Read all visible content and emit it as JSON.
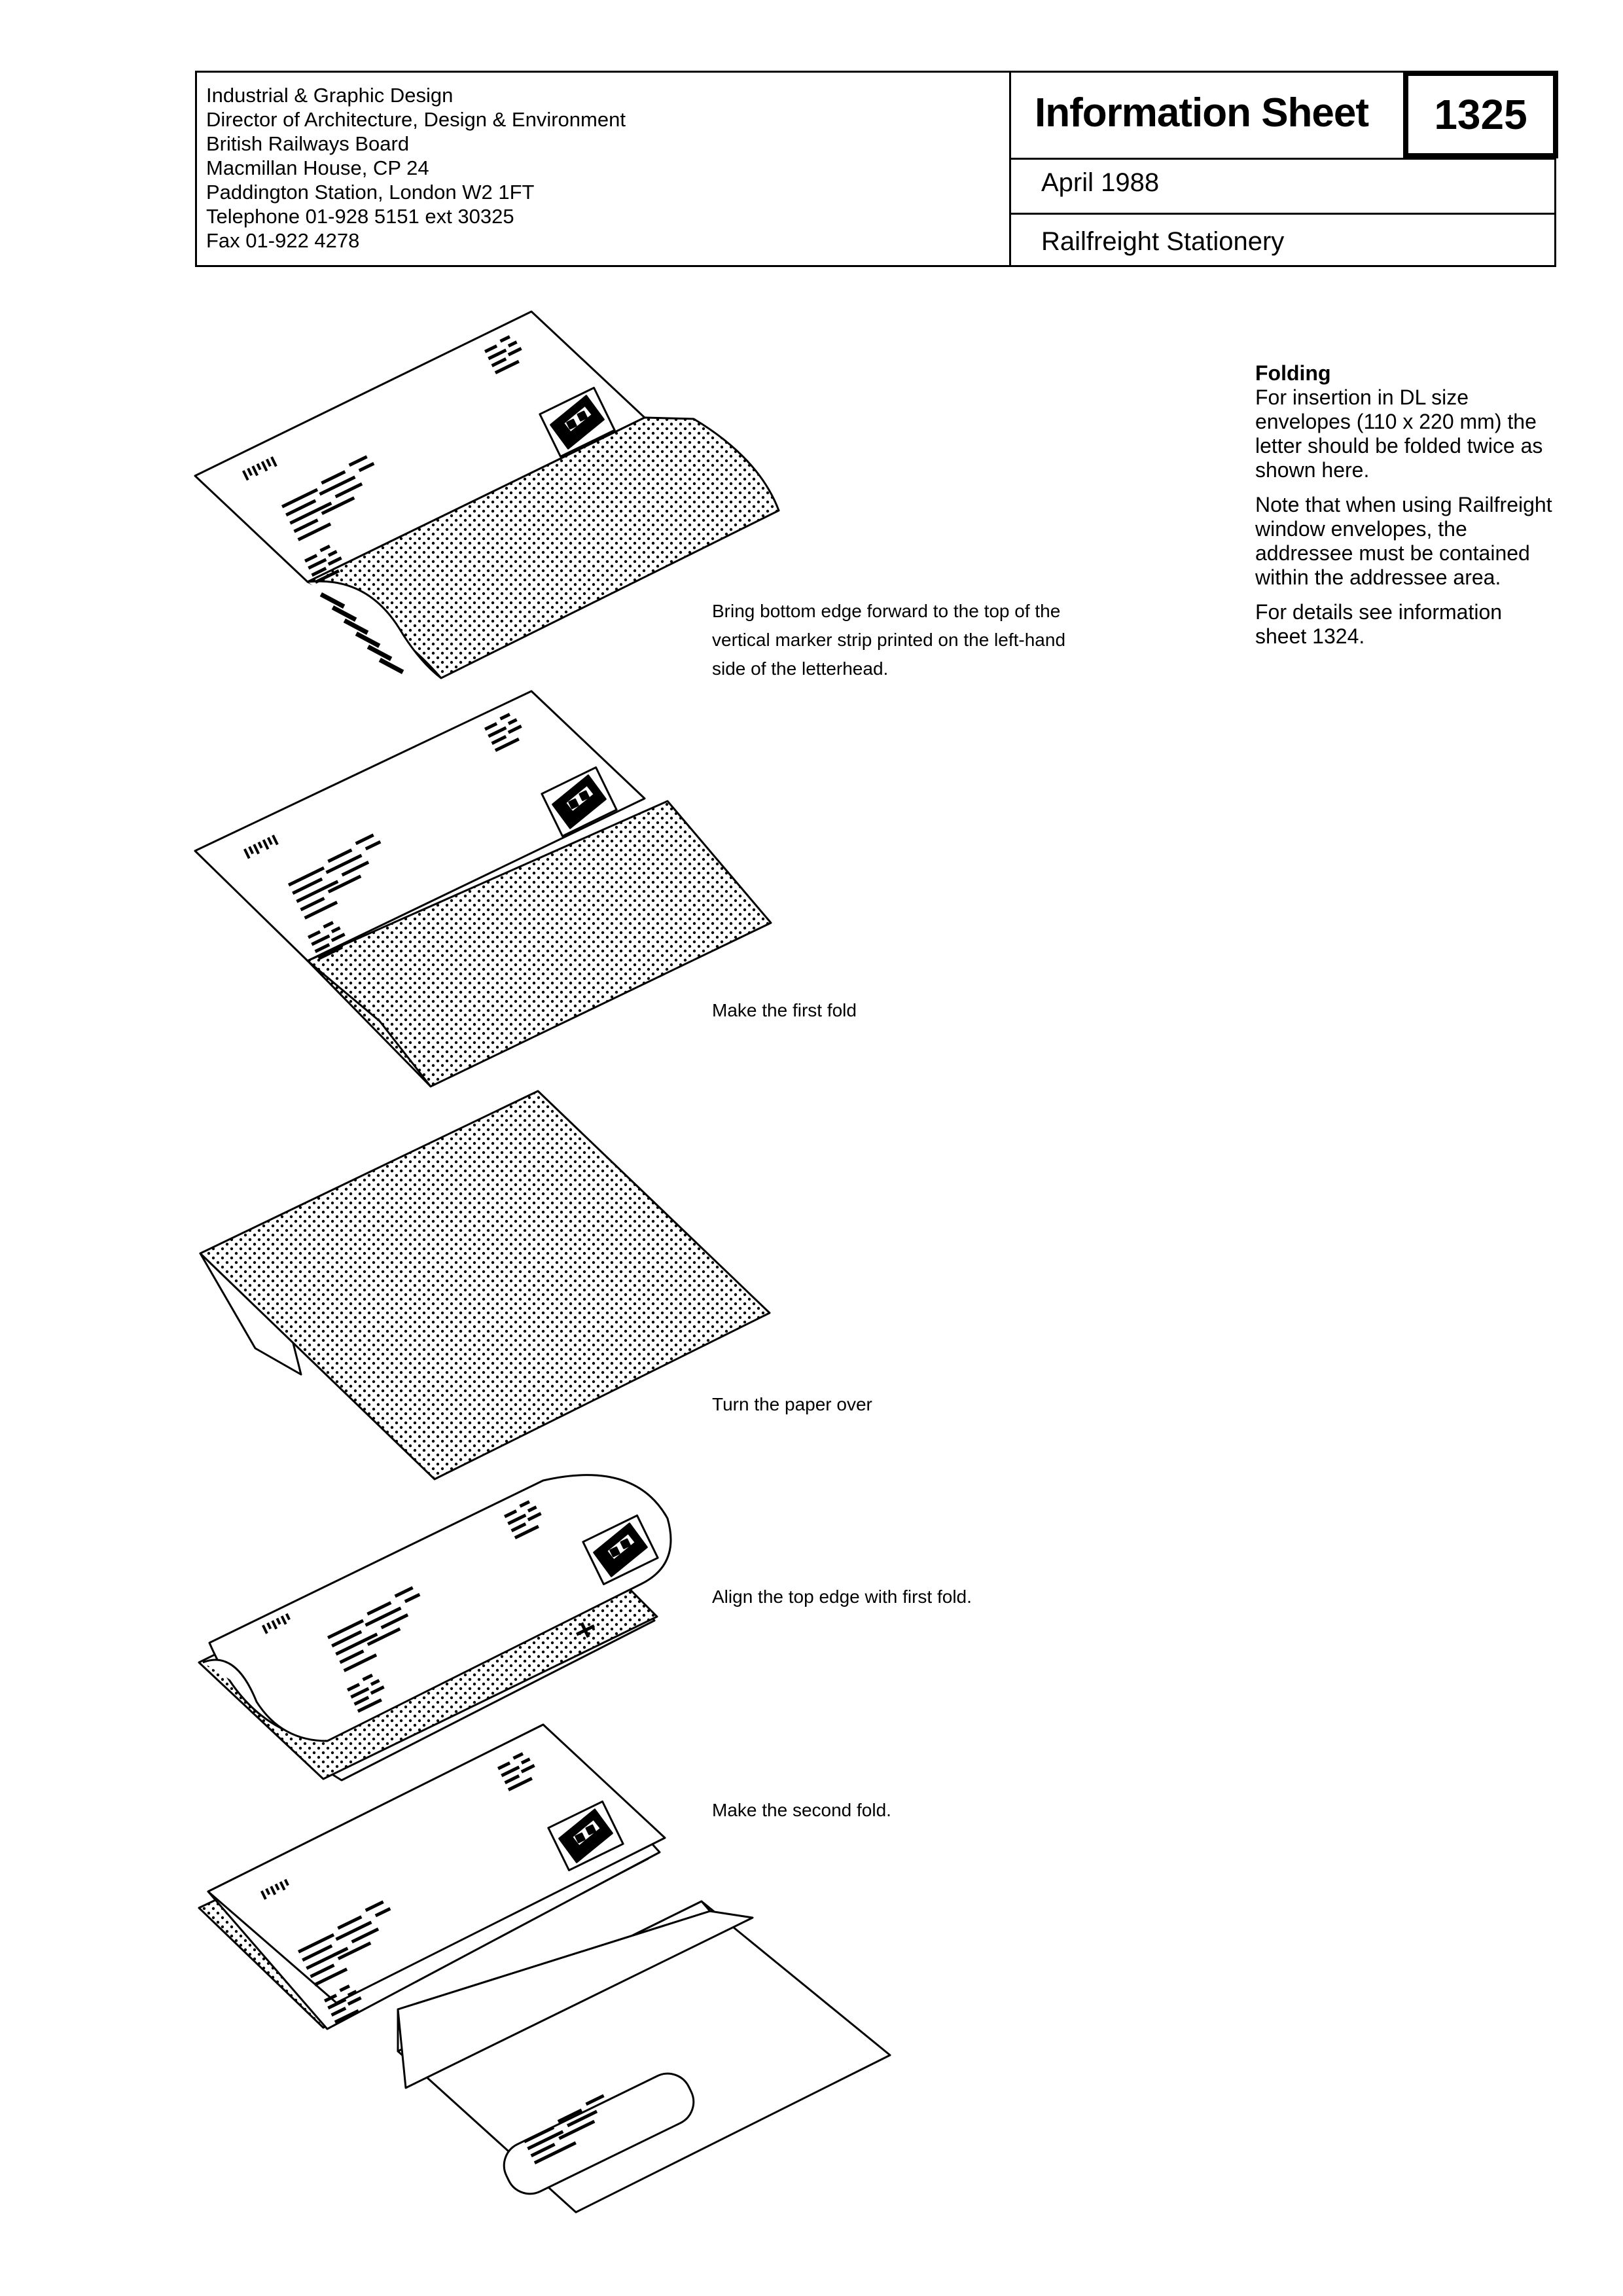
{
  "header": {
    "address_lines": [
      "Industrial & Graphic Design",
      "Director of Architecture, Design & Environment",
      "British Railways Board",
      "Macmillan House, CP 24",
      "Paddington Station, London W2 1FT",
      "Telephone 01-928 5151 ext 30325",
      "Fax 01-922 4278"
    ],
    "title": "Information Sheet",
    "number": "1325",
    "date": "April 1988",
    "subject": "Railfreight Stationery"
  },
  "side_note": {
    "heading": "Folding",
    "paragraphs": [
      "For insertion in DL size envelopes (110 x 220 mm) the letter should be folded twice as shown here.",
      "Note that when using Railfreight window envelopes, the addressee must be contained within the addressee area.",
      "For details see information sheet 1324."
    ]
  },
  "steps": [
    {
      "caption": "Bring bottom edge forward to the top of the vertical marker strip printed on the left-hand side of the letterhead."
    },
    {
      "caption": "Make the first fold"
    },
    {
      "caption": "Turn the paper over"
    },
    {
      "caption": "Align the top edge with first fold."
    },
    {
      "caption": "Make the second fold."
    }
  ],
  "illustration": {
    "stroke_color": "#000000",
    "paper_color": "#ffffff"
  }
}
